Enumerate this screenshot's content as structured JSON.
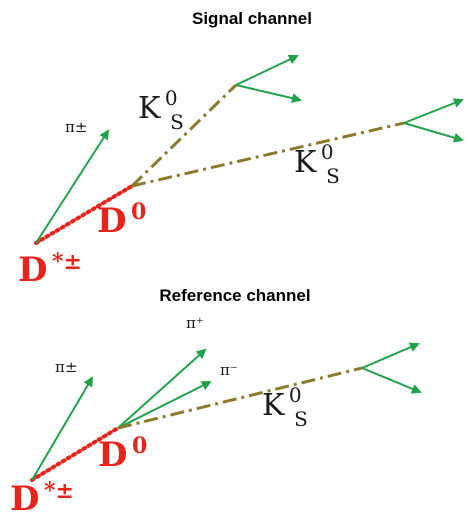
{
  "colors": {
    "pion_track": "#1fa24a",
    "kaon_track": "#8a7a2e",
    "d_star_track": "#e8241a",
    "d_meson_label": "#e8241a"
  },
  "signal": {
    "title": "Signal channel",
    "pion_label": "π±",
    "kshort_1": {
      "main": "K",
      "sup": "0",
      "sub": "S"
    },
    "kshort_2": {
      "main": "K",
      "sup": "0",
      "sub": "S"
    },
    "d0_label": {
      "main": "D",
      "sup": "0"
    },
    "dstar_label": {
      "main": "D",
      "sup": "*±"
    }
  },
  "reference": {
    "title": "Reference channel",
    "pion_soft_label": "π±",
    "pion_plus_label": "π⁺",
    "pion_minus_label": "π⁻",
    "kshort": {
      "main": "K",
      "sup": "0",
      "sub": "S"
    },
    "d0_label": {
      "main": "D",
      "sup": "0"
    },
    "dstar_label": {
      "main": "D",
      "sup": "*±"
    }
  }
}
